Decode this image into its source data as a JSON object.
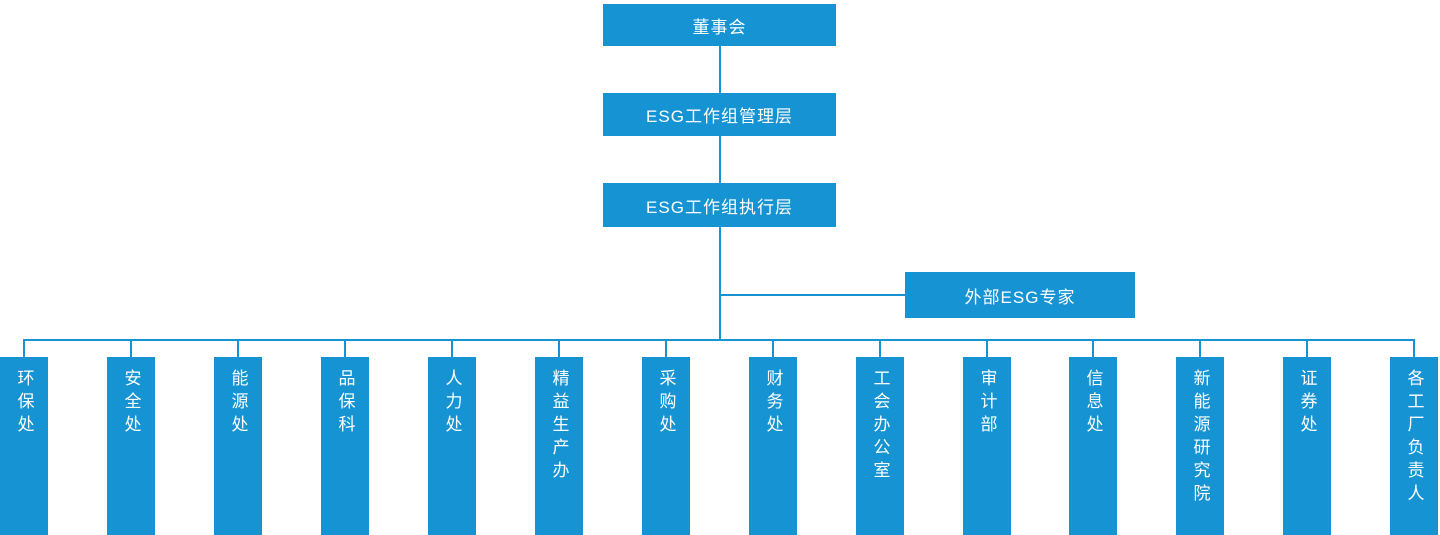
{
  "colors": {
    "accent": "#1693d3",
    "text": "#ffffff",
    "background": "#ffffff"
  },
  "org": {
    "board": "董事会",
    "management": "ESG工作组管理层",
    "execution": "ESG工作组执行层",
    "external_expert": "外部ESG专家",
    "departments": [
      "环保处",
      "安全处",
      "能源处",
      "品保科",
      "人力处",
      "精益生产办",
      "采购处",
      "财务处",
      "工会办公室",
      "审计部",
      "信息处",
      "新能源研究院",
      "证券处",
      "各工厂负责人"
    ]
  }
}
